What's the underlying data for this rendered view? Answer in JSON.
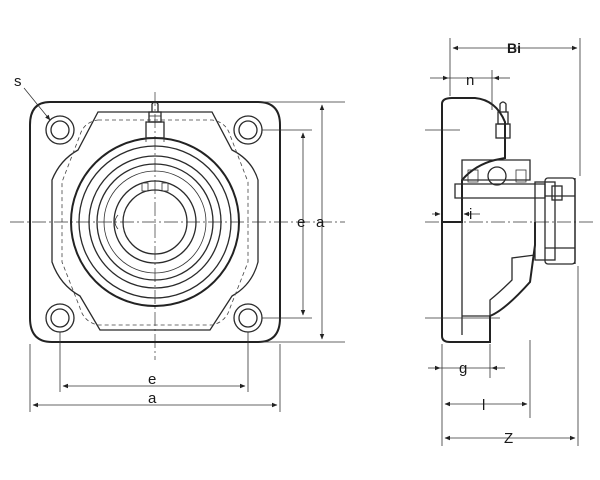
{
  "labels": {
    "s": "s",
    "front_e_vertical": "e",
    "front_a_vertical": "a",
    "front_e_horizontal": "e",
    "front_a_horizontal": "a",
    "side_Bi": "Bi",
    "side_n": "n",
    "side_i": "i",
    "side_g": "g",
    "side_l": "l",
    "side_Z": "Z"
  },
  "colors": {
    "line": "#2a2a2a",
    "background": "#ffffff"
  }
}
